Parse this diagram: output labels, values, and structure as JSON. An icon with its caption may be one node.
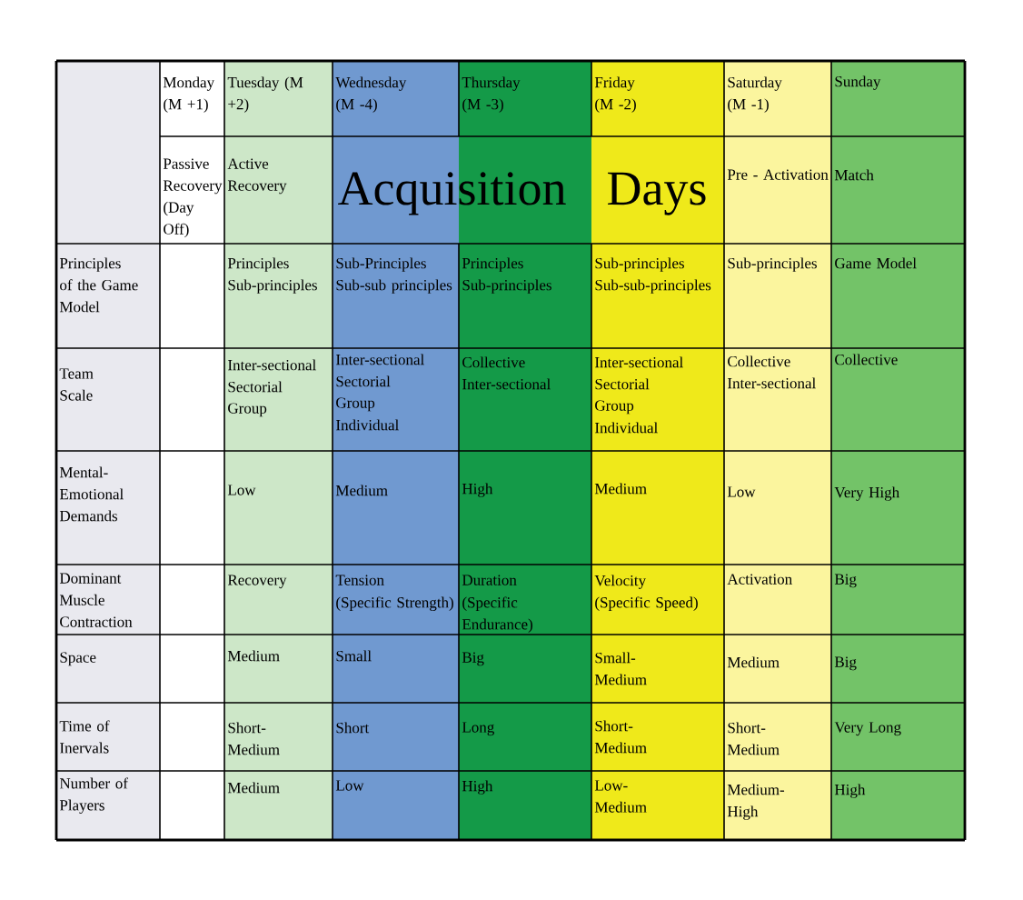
{
  "diagram": {
    "labels": [
      "Monday (M +1)",
      "Tuesday (M +2)",
      "Wednesday (M -4)",
      "Thursday (M -3)",
      "Friday (M -2)",
      "Saturday (M -1)",
      "Sunday",
      "Passive Recovery (Day Off)",
      "Active Recovery",
      "Acquisition Days",
      "Pre - Activation",
      "Match",
      "Principles of the Game Model",
      "Principles",
      "Sub-principles",
      "Sub-Principles",
      "Sub-sub principles",
      "Principles",
      "Sub-principles",
      "Sub-principles",
      "Sub-sub-principles",
      "Sub-principles",
      "Game Model",
      "Team Scale",
      "Inter-sectional",
      "Sectorial",
      "Group",
      "Inter-sectional",
      "Sectorial",
      "Group",
      "Individual",
      "Collective",
      "Inter-sectional",
      "Inter-sectional",
      "Sectorial",
      "Group",
      "Individual",
      "Collective",
      "Inter-sectional",
      "Collective",
      "Mental-Emotional Demands",
      "Low",
      "Medium",
      "High",
      "Medium",
      "Low",
      "Very High",
      "Dominant Muscle Contraction",
      "Recovery",
      "Tension",
      "(Specific Strength)",
      "Duration",
      "(Specific Endurance)",
      "Velocity",
      "(Specific Speed)",
      "Activation",
      "Big",
      "Space",
      "Medium",
      "Small",
      "Big",
      "Small-Medium",
      "Medium",
      "Big",
      "Time of Inervals",
      "Short-Medium",
      "Short",
      "Long",
      "Short-Medium",
      "Short-Medium",
      "Very Long",
      "Number of Players",
      "Medium",
      "Low",
      "High",
      "Low-Medium",
      "Medium-High",
      "High"
    ]
  }
}
